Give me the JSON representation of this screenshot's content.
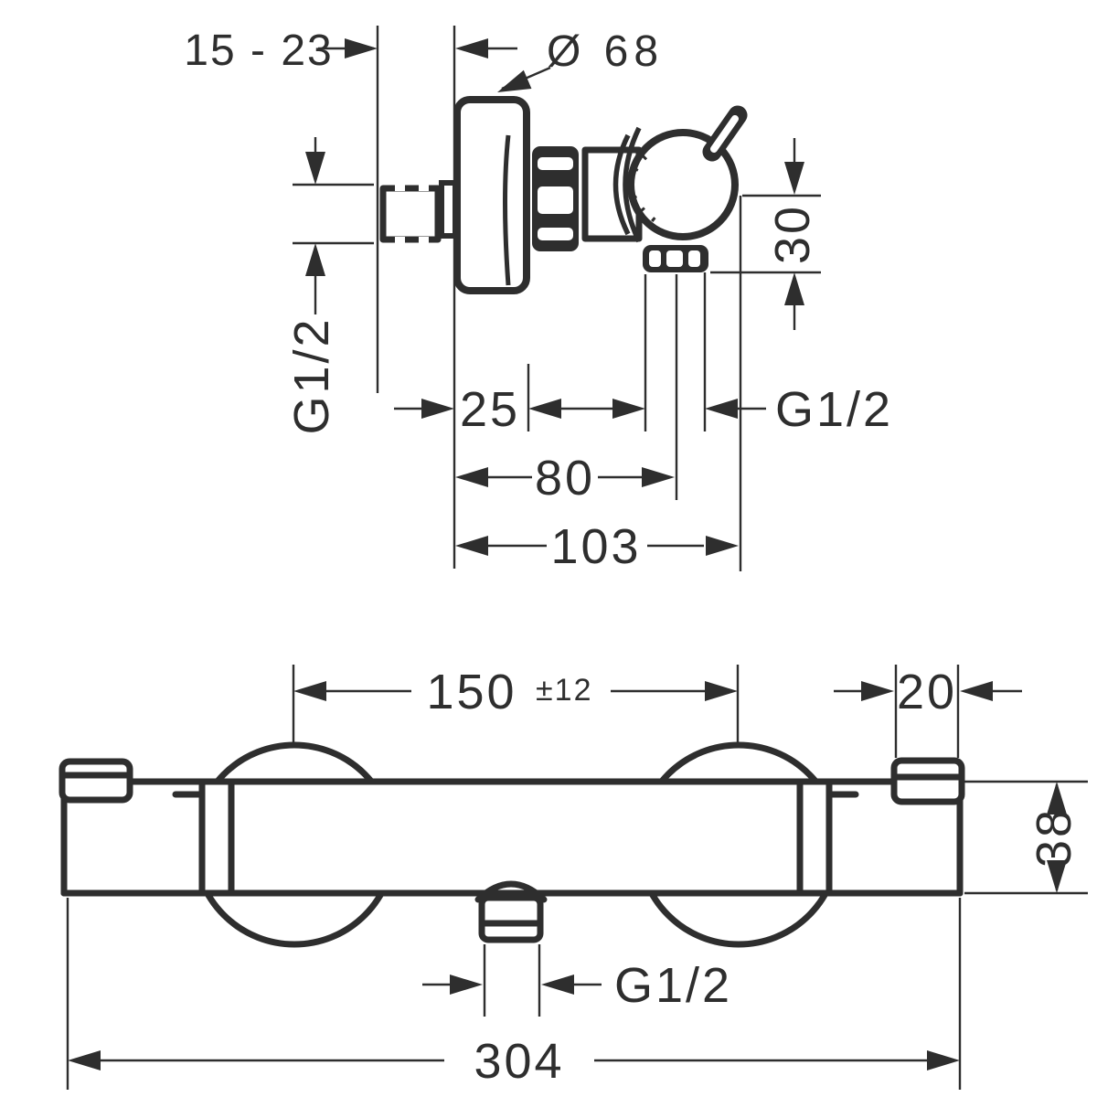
{
  "colors": {
    "ink": "#2e2e2e",
    "background": "#ffffff"
  },
  "top_view": {
    "wall_depth_range": "15 - 23",
    "escutcheon_diameter": "Ø 68",
    "escutcheon_depth": "25",
    "outlet_drop": "30",
    "inlet_thread": "G1/2",
    "outlet_thread": "G1/2",
    "depth_to_outlet": "80",
    "total_depth": "103"
  },
  "front_view": {
    "inlet_spacing": "150",
    "inlet_spacing_tolerance": "±12",
    "handle_cap_width": "20",
    "body_height": "38",
    "outlet_thread": "G1/2",
    "total_width": "304"
  }
}
